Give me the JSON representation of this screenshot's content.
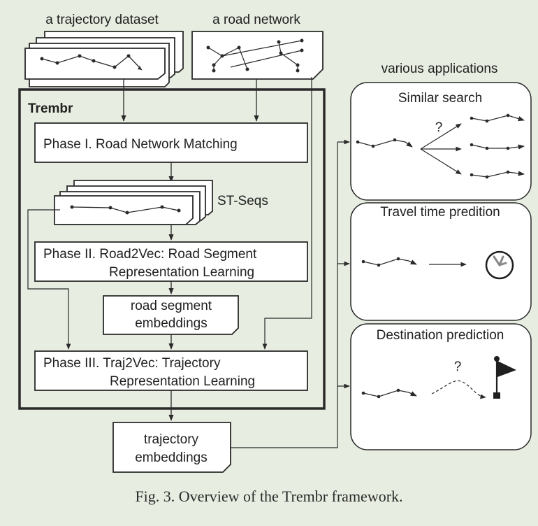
{
  "inputs": {
    "trajectory_dataset": "a trajectory dataset",
    "road_network": "a road network"
  },
  "framework": {
    "title": "Trembr",
    "phase1": "Phase I. Road Network Matching",
    "st_seqs": "ST-Seqs",
    "phase2": [
      "Phase II. Road2Vec: Road Segment",
      "Representation Learning"
    ],
    "road_segment_embeddings": [
      "road segment",
      "embeddings"
    ],
    "phase3": [
      "Phase III. Traj2Vec: Trajectory",
      "Representation Learning"
    ]
  },
  "output": {
    "trajectory_embeddings": [
      "trajectory",
      "embeddings"
    ]
  },
  "applications": {
    "heading": "various applications",
    "similar_search": "Similar search",
    "travel_time": "Travel time predition",
    "destination": "Destination prediction",
    "question_mark": "?"
  },
  "caption": "Fig. 3.  Overview of the Trembr framework.",
  "colors": {
    "background": "#e7ede1",
    "stroke": "#2a2a2a",
    "box_fill": "#ffffff"
  }
}
